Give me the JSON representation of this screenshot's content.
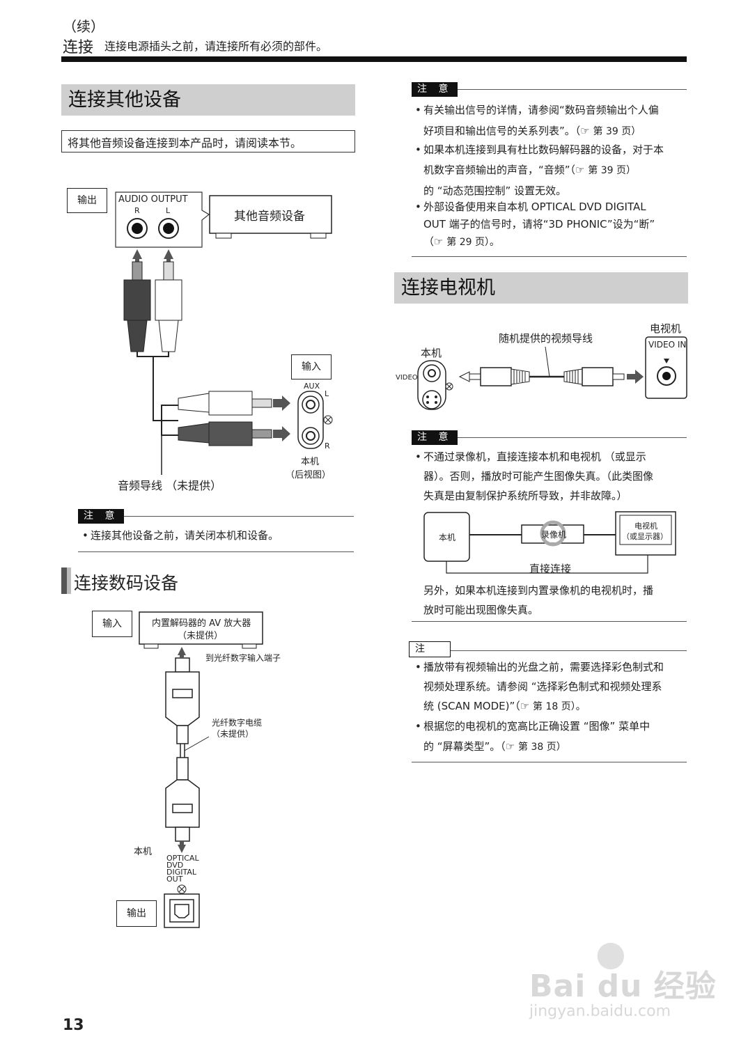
{
  "header": {
    "continued": "（续）",
    "section": "连接",
    "subtitle": "连接电源插头之前，请连接所有必须的部件。"
  },
  "left": {
    "title_other": "连接其他设备",
    "intro": "将其他音频设备连接到本产品时，请阅读本节。",
    "diag1": {
      "output_tag": "输出",
      "audio_output": "AUDIO OUTPUT",
      "r": "R",
      "l": "L",
      "other_device": "其他音频设备",
      "input_tag": "输入",
      "aux": "AUX",
      "aux_l": "L",
      "aux_r": "R",
      "unit": "本机",
      "rear_view": "（后视图）",
      "cable": "音频导线 （未提供）"
    },
    "note1_tag": "注 意",
    "note1_text": "连接其他设备之前，请关闭本机和设备。",
    "title_digital": "连接数码设备",
    "diag2": {
      "input_tag": "输入",
      "amp_line1": "内置解码器的 AV 放大器",
      "amp_line2": "（未提供）",
      "to_optical": "到光纤数字输入端子",
      "cable_line1": "光纤数字电缆",
      "cable_line2": "（未提供）",
      "unit": "本机",
      "optical_line1": "OPTICAL",
      "optical_line2": "DVD",
      "optical_line3": "DIGITAL",
      "optical_line4": "OUT",
      "output_tag": "输出"
    }
  },
  "right": {
    "caution1_tag": "注 意",
    "caution1_items": [
      {
        "lines": [
          "有关输出信号的详情，请参阅“数码音频输出个人偏",
          "好项目和输出信号的关系列表”。（"
        ],
        "ref": "第 39 页）"
      },
      {
        "lines": [
          "如果本机连接到具有杜比数码解码器的设备，对于本",
          "机数字音频输出的声音，“音频”（"
        ],
        "ref": "第 39 页）",
        "tail": "的 “动态范围控制” 设置无效。"
      },
      {
        "lines": [
          "外部设备使用来自本机 OPTICAL DVD DIGITAL",
          "OUT 端子的信号时，请将“3D PHONIC”设为“断”",
          "（"
        ],
        "ref": "第 29 页）。"
      }
    ],
    "title_tv": "连接电视机",
    "tv_diag": {
      "cable_label": "随机提供的视频导线",
      "tv": "电视机",
      "video_in": "VIDEO IN",
      "unit": "本机",
      "video": "VIDEO"
    },
    "caution2_tag": "注 意",
    "caution2_lines": [
      "不通过录像机，直接连接本机和电视机 （或显示",
      "器）。否则，播放时可能产生图像失真。（此类图像",
      "失真是由复制保护系统所导致，并非故障。）"
    ],
    "vcr_diag": {
      "unit": "本机",
      "vcr": "录像机",
      "tv_line1": "电视机",
      "tv_line2": "（或显示器）",
      "direct": "直接连接"
    },
    "also_lines": [
      "另外，如果本机连接到内置录像机的电视机时，播",
      "放时可能出现图像失真。"
    ],
    "note_tag": "注",
    "note_items": [
      {
        "lines": [
          "播放带有视频输出的光盘之前，需要选择彩色制式和",
          "视频处理系统。请参阅 “选择彩色制式和视频处理系",
          "统 (SCAN MODE)”（"
        ],
        "ref": "第 18 页）。"
      },
      {
        "lines": [
          "根据您的电视机的宽高比正确设置 “图像” 菜单中",
          "的 “屏幕类型”。（"
        ],
        "ref": "第 38 页）"
      }
    ]
  },
  "footer": {
    "page": "13",
    "wm_main": "Bai du 经验",
    "wm_sub": "jingyan.baidu.com"
  }
}
